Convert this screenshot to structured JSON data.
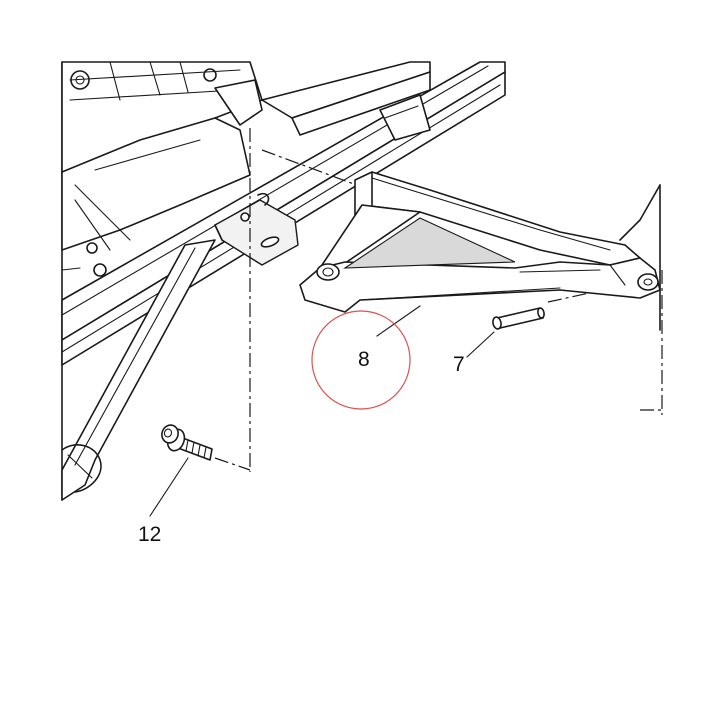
{
  "diagram": {
    "callouts": [
      {
        "id": "8",
        "label": "8"
      },
      {
        "id": "7",
        "label": "7"
      },
      {
        "id": "12",
        "label": "12"
      }
    ],
    "highlight_color": "#d9534f",
    "line_color": "#1a1a1a"
  }
}
